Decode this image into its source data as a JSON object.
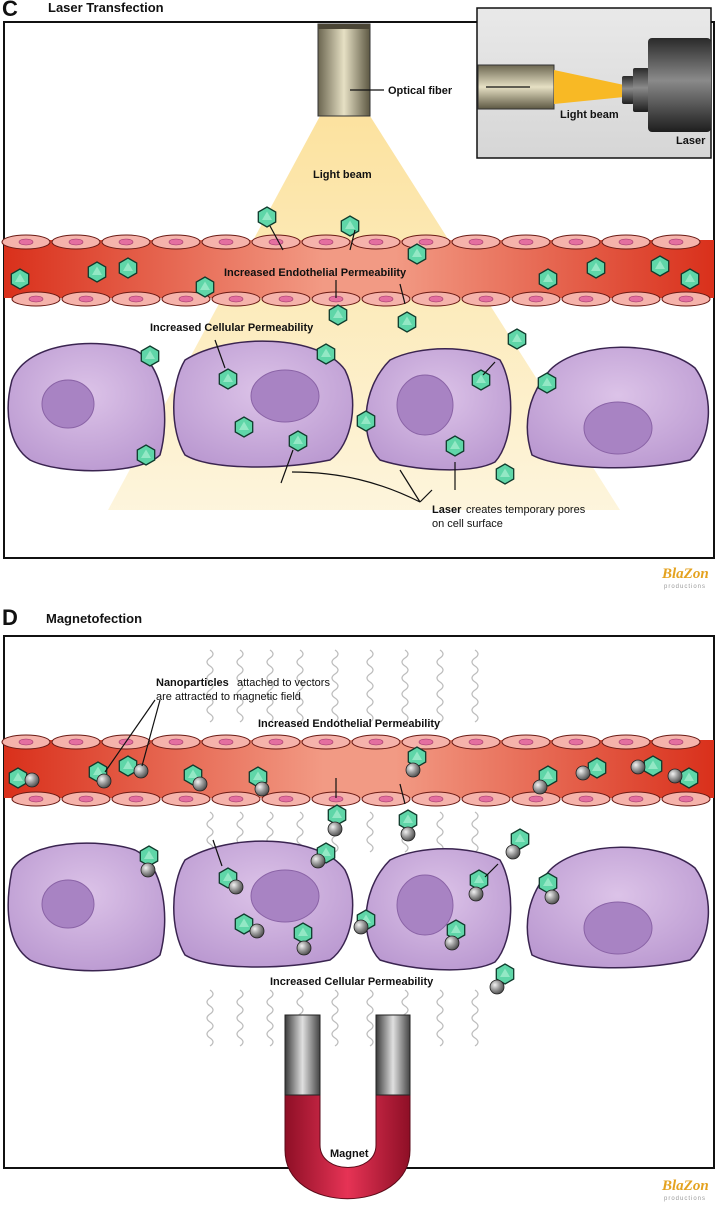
{
  "panel_c": {
    "letter": "C",
    "title": "Laser Transfection",
    "labels": {
      "optical_fiber": "Optical fiber",
      "light_beam": "Light beam",
      "inset_light_beam": "Light beam",
      "inset_laser": "Laser",
      "endothelial": "Increased Endothelial Permeability",
      "cellular": "Increased Cellular Permeability",
      "pores_bold": "Laser",
      "pores_rest": " creates temporary pores",
      "pores_line2": "on cell surface"
    }
  },
  "panel_d": {
    "letter": "D",
    "title": "Magnetofection",
    "labels": {
      "nano_bold": "Nanoparticles",
      "nano_rest": " attached to vectors",
      "nano_line2": "are attracted to magnetic field",
      "endothelial": "Increased Endothelial Permeability",
      "cellular": "Increased Cellular Permeability",
      "magnet": "Magnet"
    }
  },
  "logo": {
    "text": "BlaZon",
    "sub": "productions"
  },
  "colors": {
    "vessel": "#d8321c",
    "endothelial_cell": "#f2a6a0",
    "nucleus": "#e46fa0",
    "cell": "#c9a7d8",
    "cell_nucleus": "#a983c4",
    "vector": "#5fd6a8",
    "light_beam": "#fbe2a0",
    "magnet": "#c8173a"
  }
}
